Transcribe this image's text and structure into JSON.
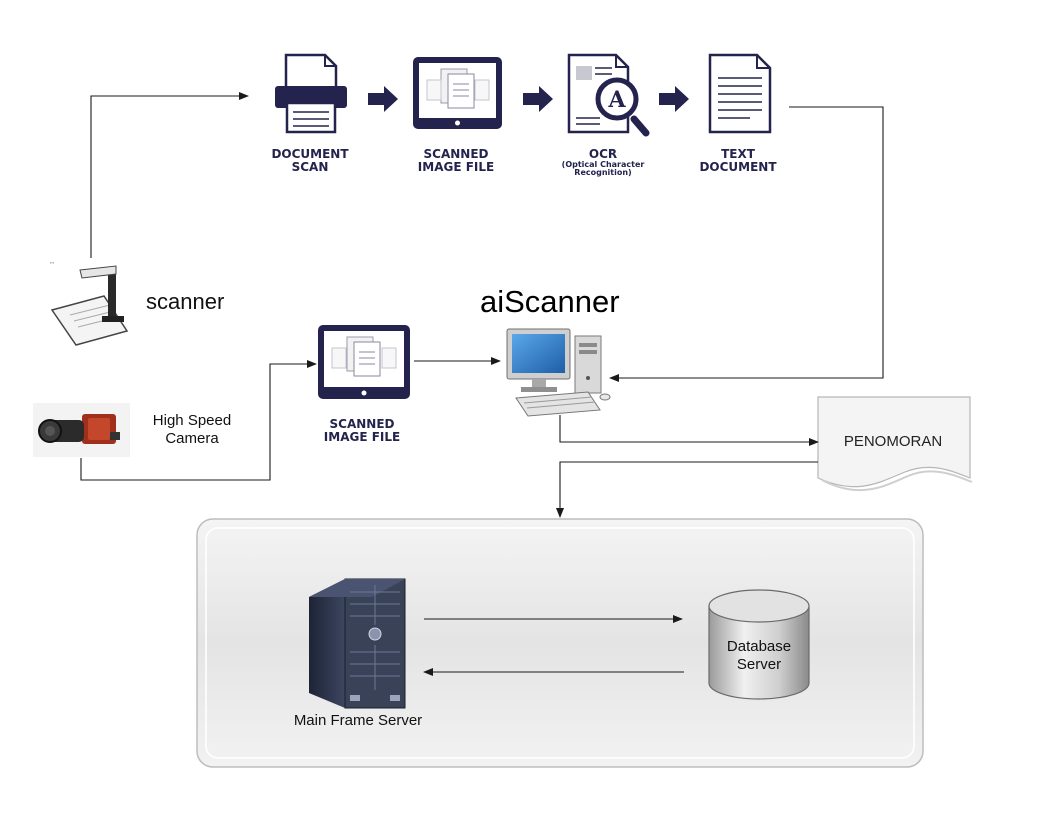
{
  "colors": {
    "navy": "#23234d",
    "line": "#1a1a1a",
    "panel_fill": "#ececec",
    "panel_border": "#bdbdbd"
  },
  "pipeline": {
    "document_scan": [
      "DOCUMENT",
      "SCAN"
    ],
    "scanned_image_file": [
      "SCANNED",
      "IMAGE FILE"
    ],
    "ocr": {
      "title": "OCR",
      "subtitle": [
        "(Optical Character",
        "Recognition)"
      ]
    },
    "text_document": [
      "TEXT",
      "DOCUMENT"
    ]
  },
  "inputs": {
    "scanner_label": "scanner",
    "camera_label": [
      "High Speed",
      "Camera"
    ]
  },
  "middle": {
    "scanned_image_file": [
      "SCANNED",
      "IMAGE FILE"
    ],
    "app_title": "aiScanner",
    "penomoran_label": "PENOMORAN"
  },
  "servers": {
    "main_frame_label": "Main Frame Server",
    "database_label": [
      "Database",
      "Server"
    ]
  },
  "icons": [
    "printer-icon",
    "tablet-document-icon",
    "ocr-magnifier-icon",
    "text-document-icon",
    "document-scanner-icon",
    "camera-icon",
    "desktop-computer-icon",
    "server-tower-icon",
    "database-cylinder-icon"
  ]
}
